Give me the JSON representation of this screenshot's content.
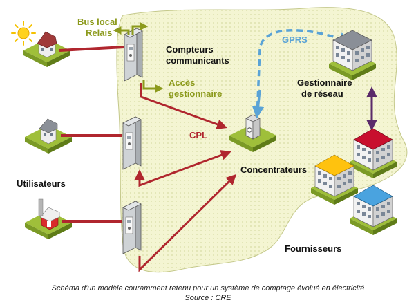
{
  "colors": {
    "zone_fill": "#f4f5d2",
    "zone_border": "#c4c88a",
    "red_link": "#b0262e",
    "gprs_blue": "#5aa3d6",
    "olive_label": "#8c9a1c",
    "purple_link": "#5a2a6a",
    "grass": "#9fbf3a",
    "grass_side": "#6f8c20"
  },
  "labels": {
    "bus_local": "Bus local",
    "relais": "Relais",
    "compteurs_line1": "Compteurs",
    "compteurs_line2": "communicants",
    "acces_line1": "Accès",
    "acces_line2": "gestionnaire",
    "gprs": "GPRS",
    "gestionnaire_line1": "Gestionnaire",
    "gestionnaire_line2": "de réseau",
    "cpl": "CPL",
    "concentrateurs": "Concentrateurs",
    "utilisateurs": "Utilisateurs",
    "fournisseurs": "Fournisseurs"
  },
  "caption": {
    "line1": "Schéma d'un modèle couramment retenu pour un système de comptage évolué en électricité",
    "line2": "Source : CRE"
  },
  "icons": {
    "sun": "sun-icon",
    "house": "house-icon",
    "building": "building-icon",
    "farm": "farm-barn-icon",
    "meter": "electric-meter-icon",
    "concentrator": "concentrator-box-icon"
  }
}
